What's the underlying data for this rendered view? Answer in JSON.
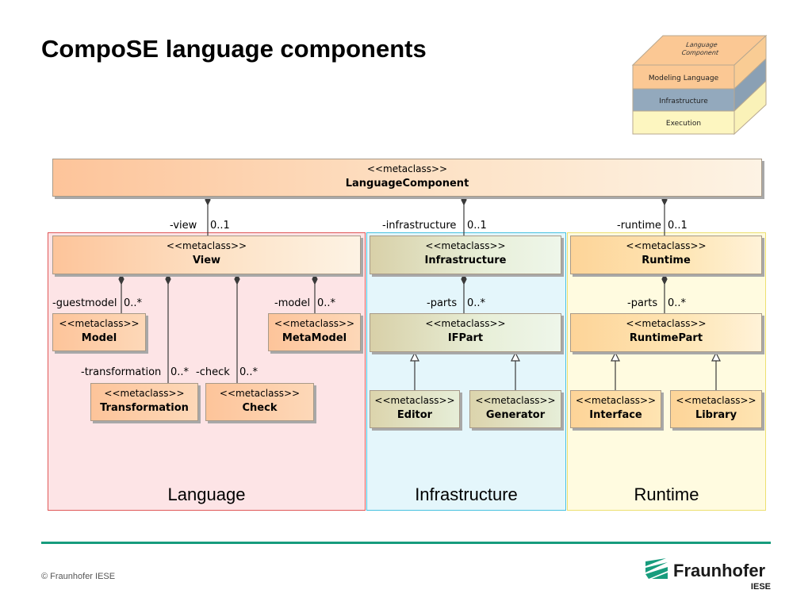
{
  "title": "CompoSE language components",
  "legend": {
    "top": "Language Component",
    "layers": [
      "Modeling Language",
      "Infrastructure",
      "Execution"
    ]
  },
  "classes": {
    "language_component": {
      "stereotype": "<<metaclass>>",
      "name": "LanguageComponent"
    },
    "view": {
      "stereotype": "<<metaclass>>",
      "name": "View"
    },
    "model": {
      "stereotype": "<<metaclass>>",
      "name": "Model"
    },
    "metamodel": {
      "stereotype": "<<metaclass>>",
      "name": "MetaModel"
    },
    "transformation": {
      "stereotype": "<<metaclass>>",
      "name": "Transformation"
    },
    "check": {
      "stereotype": "<<metaclass>>",
      "name": "Check"
    },
    "infrastructure": {
      "stereotype": "<<metaclass>>",
      "name": "Infrastructure"
    },
    "ifpart": {
      "stereotype": "<<metaclass>>",
      "name": "IFPart"
    },
    "editor": {
      "stereotype": "<<metaclass>>",
      "name": "Editor"
    },
    "generator": {
      "stereotype": "<<metaclass>>",
      "name": "Generator"
    },
    "runtime": {
      "stereotype": "<<metaclass>>",
      "name": "Runtime"
    },
    "runtime_part": {
      "stereotype": "<<metaclass>>",
      "name": "RuntimePart"
    },
    "interface": {
      "stereotype": "<<metaclass>>",
      "name": "Interface"
    },
    "library": {
      "stereotype": "<<metaclass>>",
      "name": "Library"
    }
  },
  "roles": {
    "view": {
      "role": "-view",
      "mult": "0..1"
    },
    "infrastructure": {
      "role": "-infrastructure",
      "mult": "0..1"
    },
    "runtime": {
      "role": "-runtime",
      "mult": "0..1"
    },
    "guestmodel": {
      "role": "-guestmodel",
      "mult": "0..*"
    },
    "model": {
      "role": "-model",
      "mult": "0..*"
    },
    "transformation": {
      "role": "-transformation",
      "mult": "0..*"
    },
    "check": {
      "role": "-check",
      "mult": "0..*"
    },
    "infra_parts": {
      "role": "-parts",
      "mult": "0..*"
    },
    "rt_parts": {
      "role": "-parts",
      "mult": "0..*"
    }
  },
  "regions": {
    "language": "Language",
    "infrastructure": "Infrastructure",
    "runtime": "Runtime"
  },
  "footer": "© Fraunhofer IESE",
  "logo": {
    "word": "Fraunhofer",
    "sub": "IESE"
  }
}
